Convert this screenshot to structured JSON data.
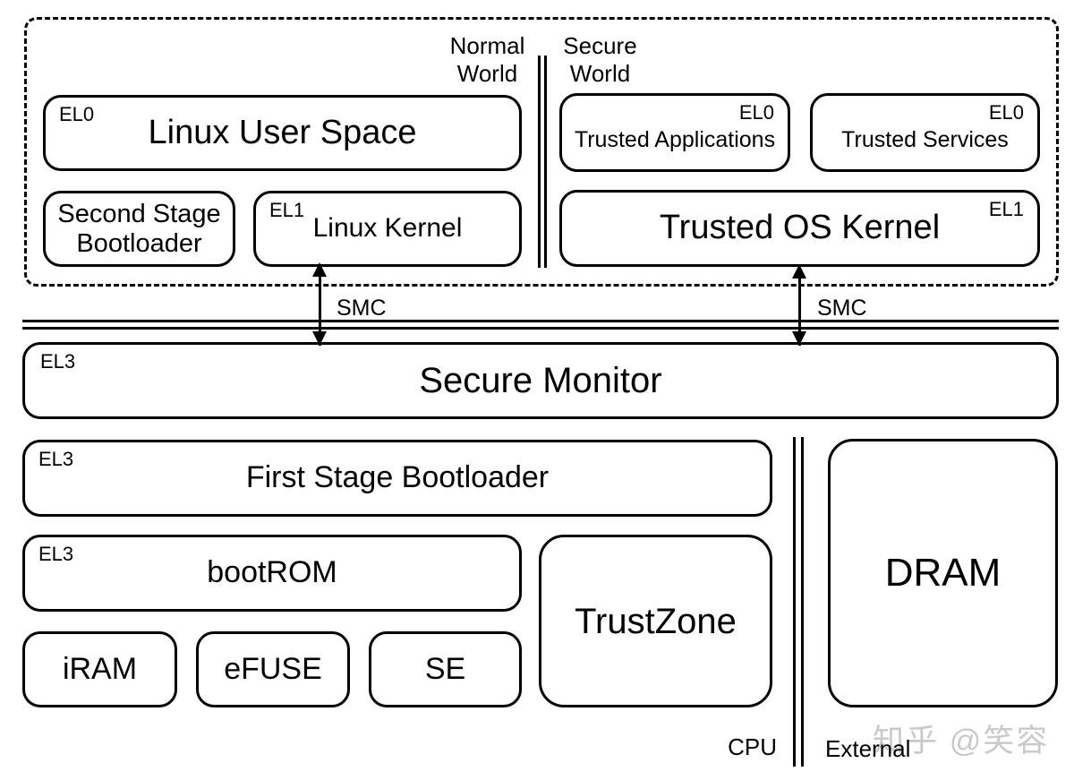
{
  "normal_world": {
    "label": "Normal\nWorld",
    "linux_user_space": {
      "el": "EL0",
      "label": "Linux User Space"
    },
    "second_stage_bootloader": {
      "label": "Second Stage\nBootloader"
    },
    "linux_kernel": {
      "el": "EL1",
      "label": "Linux Kernel"
    }
  },
  "secure_world": {
    "label": "Secure\nWorld",
    "trusted_applications": {
      "el": "EL0",
      "label": "Trusted Applications"
    },
    "trusted_services": {
      "el": "EL0",
      "label": "Trusted Services"
    },
    "trusted_os_kernel": {
      "el": "EL1",
      "label": "Trusted OS Kernel"
    }
  },
  "smc": {
    "left_label": "SMC",
    "right_label": "SMC"
  },
  "secure_monitor": {
    "el": "EL3",
    "label": "Secure Monitor"
  },
  "cpu_section": {
    "section_label": "CPU",
    "first_stage_bootloader": {
      "el": "EL3",
      "label": "First Stage Bootloader"
    },
    "bootrom": {
      "el": "EL3",
      "label": "bootROM"
    },
    "iram": {
      "label": "iRAM"
    },
    "efuse": {
      "label": "eFUSE"
    },
    "se": {
      "label": "SE"
    },
    "trustzone": {
      "label": "TrustZone"
    }
  },
  "external_section": {
    "section_label": "External",
    "dram": {
      "label": "DRAM"
    }
  },
  "watermark": "知乎 @笑容",
  "colors": {
    "ink": "#000000",
    "watermark": "#c9c9c9"
  }
}
